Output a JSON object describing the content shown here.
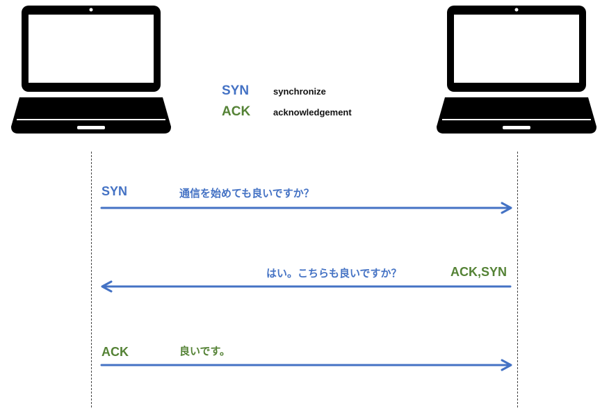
{
  "legend": {
    "syn": {
      "abbr": "SYN",
      "desc": "synchronize"
    },
    "ack": {
      "abbr": "ACK",
      "desc": "acknowledgement"
    }
  },
  "messages": [
    {
      "label": "SYN",
      "text": "通信を始めても良いですか？",
      "direction": "left-to-right",
      "label_color": "#4472c4",
      "text_color": "#4472c4"
    },
    {
      "label": "ACK,SYN",
      "text": "はい。こちらも良いですか？",
      "direction": "right-to-left",
      "label_color": "#548235",
      "text_color": "#4472c4"
    },
    {
      "label": "ACK",
      "text": "良いです。",
      "direction": "left-to-right",
      "label_color": "#548235",
      "text_color": "#548235"
    }
  ],
  "colors": {
    "syn": "#4472c4",
    "ack": "#548235",
    "arrow": "#4472c4",
    "laptop": "#000000"
  },
  "icons": {
    "left_device": "laptop-icon",
    "right_device": "laptop-icon"
  }
}
